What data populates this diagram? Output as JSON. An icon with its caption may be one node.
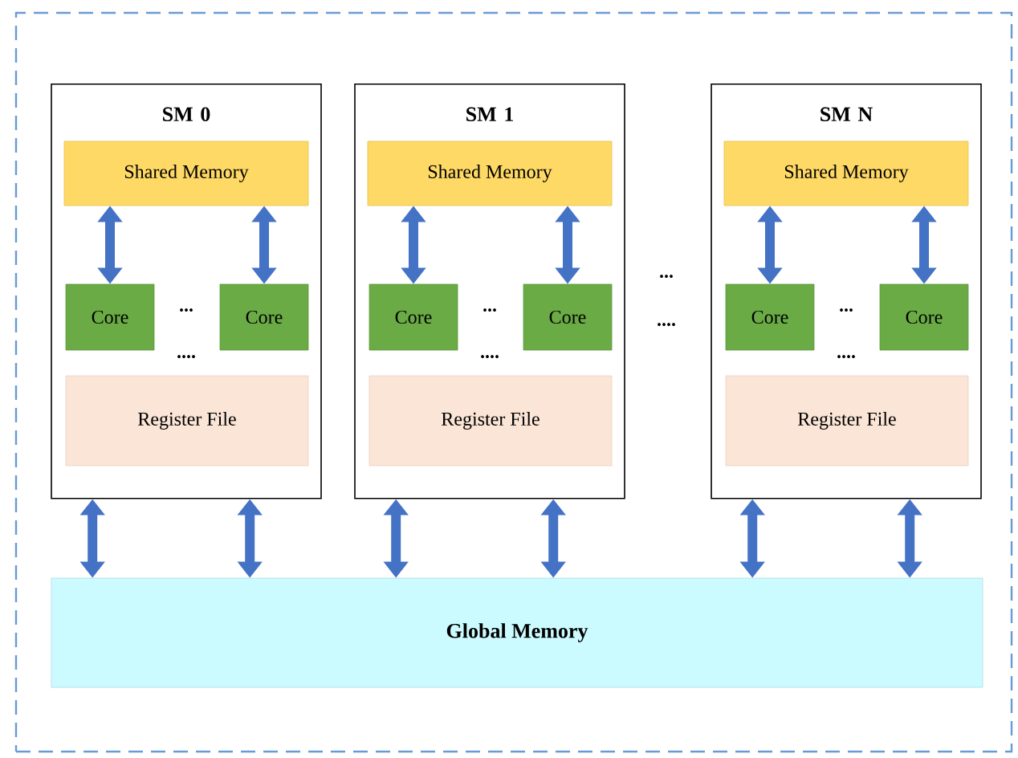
{
  "diagram": {
    "nodes": [
      {
        "text": [],
        "shape": "box"
      },
      {
        "text": [
          "SM 0"
        ],
        "in": 0
      },
      {
        "text": [
          "Shared Memory"
        ],
        "in": 1
      },
      {
        "text": [
          "Core"
        ],
        "in": 1
      },
      {
        "text": [
          "Core"
        ],
        "in": 1
      },
      {
        "text": [
          "Register File"
        ],
        "in": 1
      },
      {
        "text": [
          "SM 1"
        ],
        "in": 0
      },
      {
        "text": [
          "Shared Memory"
        ],
        "in": 6
      },
      {
        "text": [
          "Core"
        ],
        "in": 6
      },
      {
        "text": [
          "Core"
        ],
        "in": 6
      },
      {
        "text": [
          "Register File"
        ],
        "in": 6
      },
      {
        "text": [
          "SM N"
        ],
        "in": 0
      },
      {
        "text": [
          "Shared Memory"
        ],
        "in": 11
      },
      {
        "text": [
          "Core"
        ],
        "in": 11
      },
      {
        "text": [
          "Core"
        ],
        "in": 11
      },
      {
        "text": [
          "Register File"
        ],
        "in": 11
      },
      {
        "text": [
          "Global Memory"
        ],
        "in": 0
      }
    ],
    "edges": [
      {
        "from": 2,
        "to": 3,
        "arrow": "both"
      },
      {
        "from": 2,
        "to": 4,
        "arrow": "both"
      },
      {
        "from": 7,
        "to": 8,
        "arrow": "both"
      },
      {
        "from": 7,
        "to": 9,
        "arrow": "both"
      },
      {
        "from": 12,
        "to": 13,
        "arrow": "both"
      },
      {
        "from": 12,
        "to": 14,
        "arrow": "both"
      },
      {
        "from": 1,
        "to": 16,
        "arrow": "both"
      },
      {
        "from": 1,
        "to": 16,
        "arrow": "both"
      },
      {
        "from": 6,
        "to": 16,
        "arrow": "both"
      },
      {
        "from": 6,
        "to": 16,
        "arrow": "both"
      },
      {
        "from": 11,
        "to": 16,
        "arrow": "both"
      },
      {
        "from": 11,
        "to": 16,
        "arrow": "both"
      }
    ],
    "labels": [
      "...",
      "....",
      "...",
      "....",
      "...",
      "....",
      "...",
      "...."
    ]
  }
}
